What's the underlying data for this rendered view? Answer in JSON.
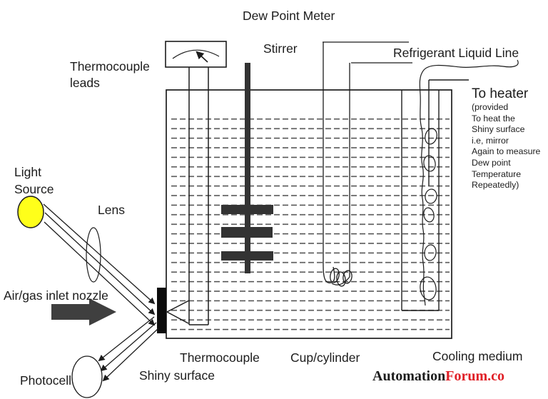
{
  "title": "Dew Point Meter",
  "labels": {
    "thermocouple_leads": [
      "Thermocouple",
      "leads"
    ],
    "stirrer": "Stirrer",
    "refrigerant_line": "Refrigerant Liquid Line",
    "to_heater": "To heater",
    "heater_note": [
      "(provided",
      "To heat the",
      "Shiny surface",
      "i.e, mirror",
      "Again to measure",
      "Dew point",
      "Temperature",
      "Repeatedly)"
    ],
    "light_source": [
      "Light",
      "Source"
    ],
    "lens": "Lens",
    "air_gas_inlet": "Air/gas inlet nozzle",
    "photocell": "Photocell",
    "shiny_surface": "Shiny surface",
    "thermocouple": "Thermocouple",
    "cup_cylinder": "Cup/cylinder",
    "cooling_medium": "Cooling medium"
  },
  "brand": {
    "black_part": "Automation",
    "red_part": "Forum.co",
    "red_color": "#e01f26"
  },
  "colors": {
    "line": "#1c1c1c",
    "dashed_liquid": "#4a4a4a",
    "light_source_fill": "#ffff1a",
    "dark_fill": "#333333",
    "arrow_fill": "#3f3f3f"
  },
  "icons": {
    "meter_gauge": "analog-meter-with-needle",
    "inlet_arrow": "thick-right-arrow",
    "light_rays": "three-arrows",
    "refrigerant_coil": "looped-coil-line"
  }
}
